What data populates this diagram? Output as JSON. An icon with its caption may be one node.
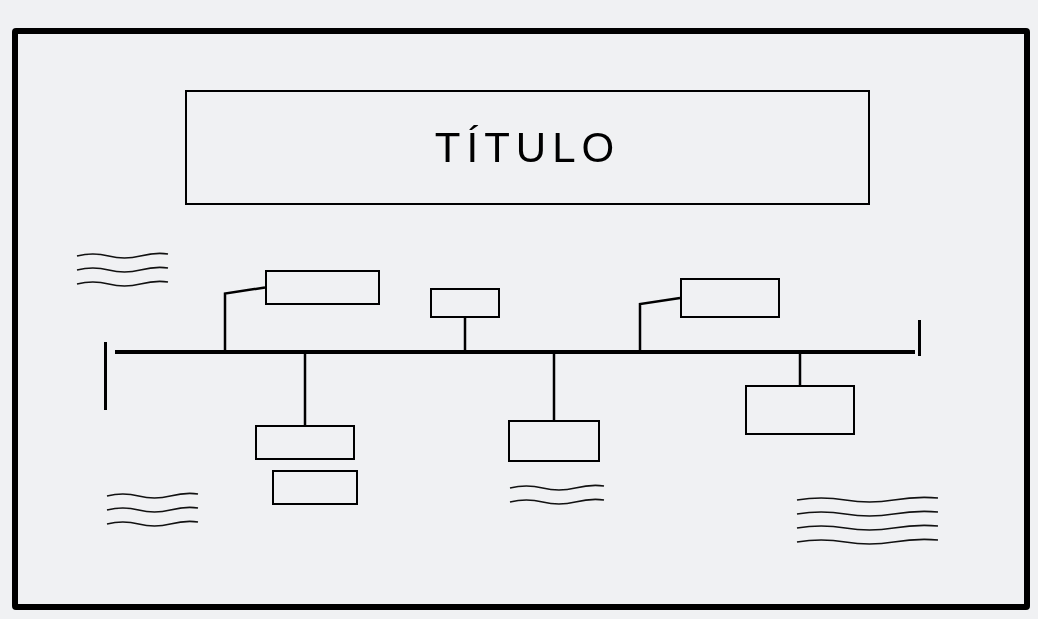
{
  "diagram": {
    "title": "TÍTULO",
    "nodes": [
      {
        "text": [],
        "shape": "box"
      },
      {
        "text": [],
        "shape": "box"
      },
      {
        "text": [],
        "shape": "box"
      },
      {
        "text": [],
        "shape": "bar"
      },
      {
        "text": [],
        "shape": "box"
      },
      {
        "text": [],
        "shape": "box"
      },
      {
        "text": [],
        "shape": "box"
      },
      {
        "text": [],
        "shape": "box"
      }
    ],
    "edges": [
      {
        "from": 0,
        "to": 3,
        "arrow": "none"
      },
      {
        "from": 1,
        "to": 3,
        "arrow": "none"
      },
      {
        "from": 2,
        "to": 3,
        "arrow": "none"
      },
      {
        "from": 3,
        "to": 4,
        "arrow": "none"
      },
      {
        "from": 3,
        "to": 6,
        "arrow": "none"
      },
      {
        "from": 3,
        "to": 7,
        "arrow": "none"
      }
    ]
  }
}
